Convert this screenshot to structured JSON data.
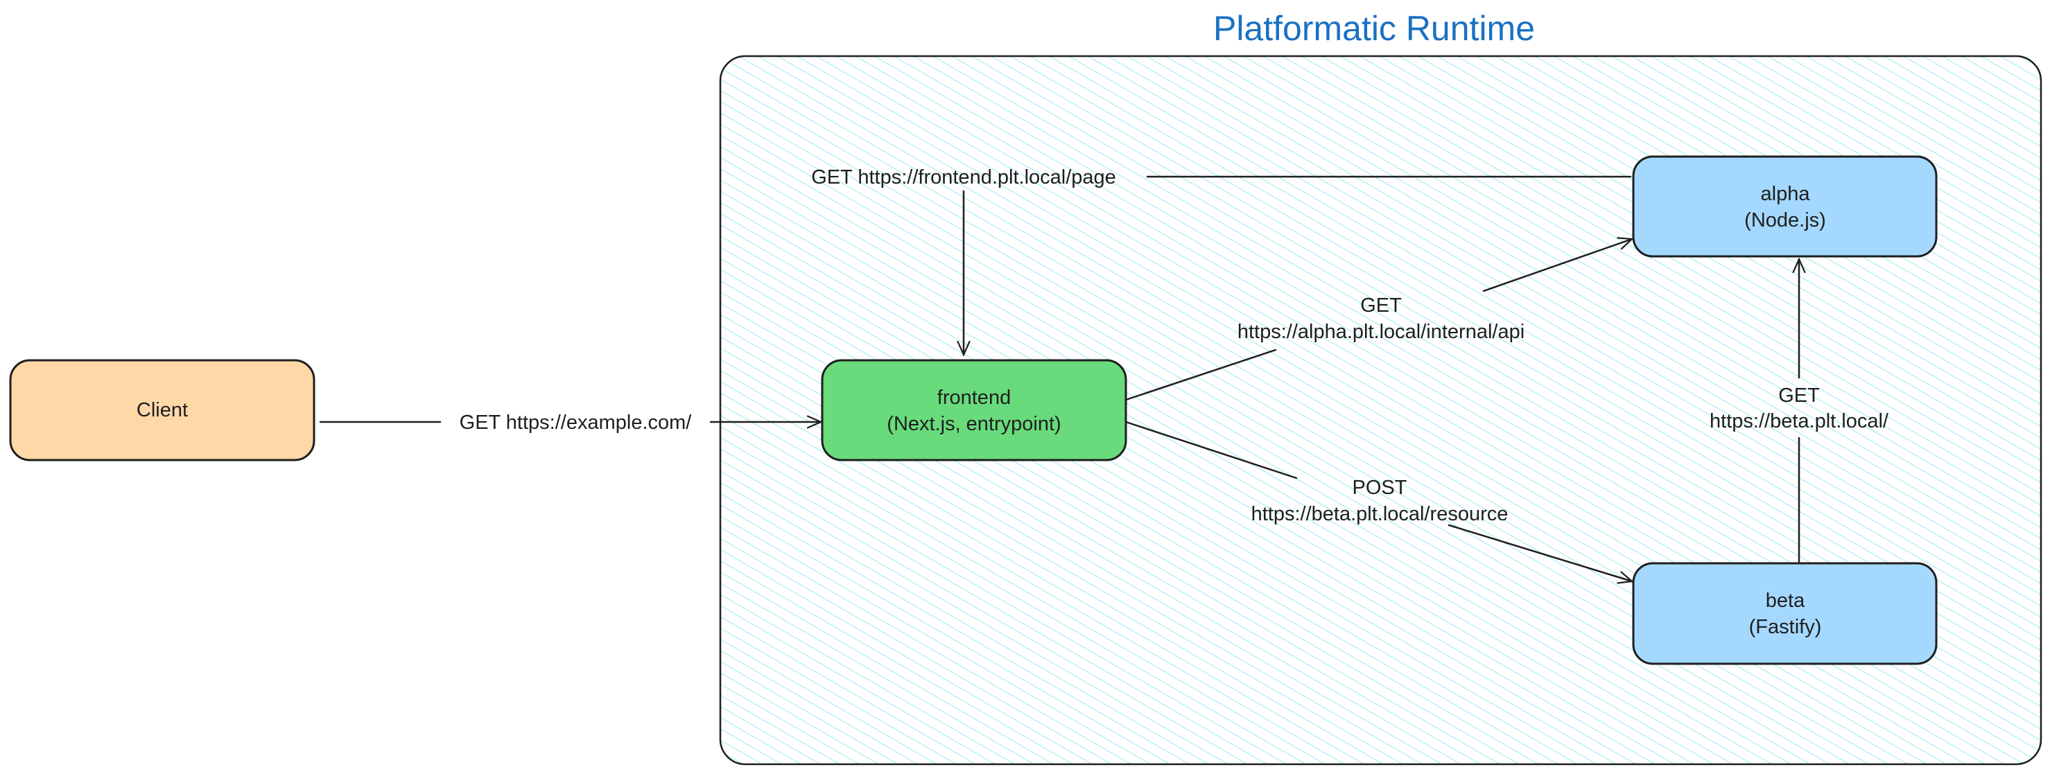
{
  "title": "Platformatic Runtime",
  "colors": {
    "client": "#ffd8a8",
    "frontend": "#69db7c",
    "service": "#a5d8ff",
    "hatch": "#99e9f2",
    "title": "#1971c2"
  },
  "nodes": {
    "client": {
      "label": "Client"
    },
    "frontend": {
      "line1": "frontend",
      "line2": "(Next.js, entrypoint)"
    },
    "alpha": {
      "line1": "alpha",
      "line2": "(Node.js)"
    },
    "beta": {
      "line1": "beta",
      "line2": "(Fastify)"
    }
  },
  "edges": {
    "client_frontend": {
      "label": "GET https://example.com/"
    },
    "alpha_frontend": {
      "label": "GET https://frontend.plt.local/page"
    },
    "frontend_alpha": {
      "line1": "GET",
      "line2": "https://alpha.plt.local/internal/api"
    },
    "frontend_beta": {
      "line1": "POST",
      "line2": "https://beta.plt.local/resource"
    },
    "beta_alpha": {
      "line1": "GET",
      "line2": "https://beta.plt.local/"
    }
  }
}
